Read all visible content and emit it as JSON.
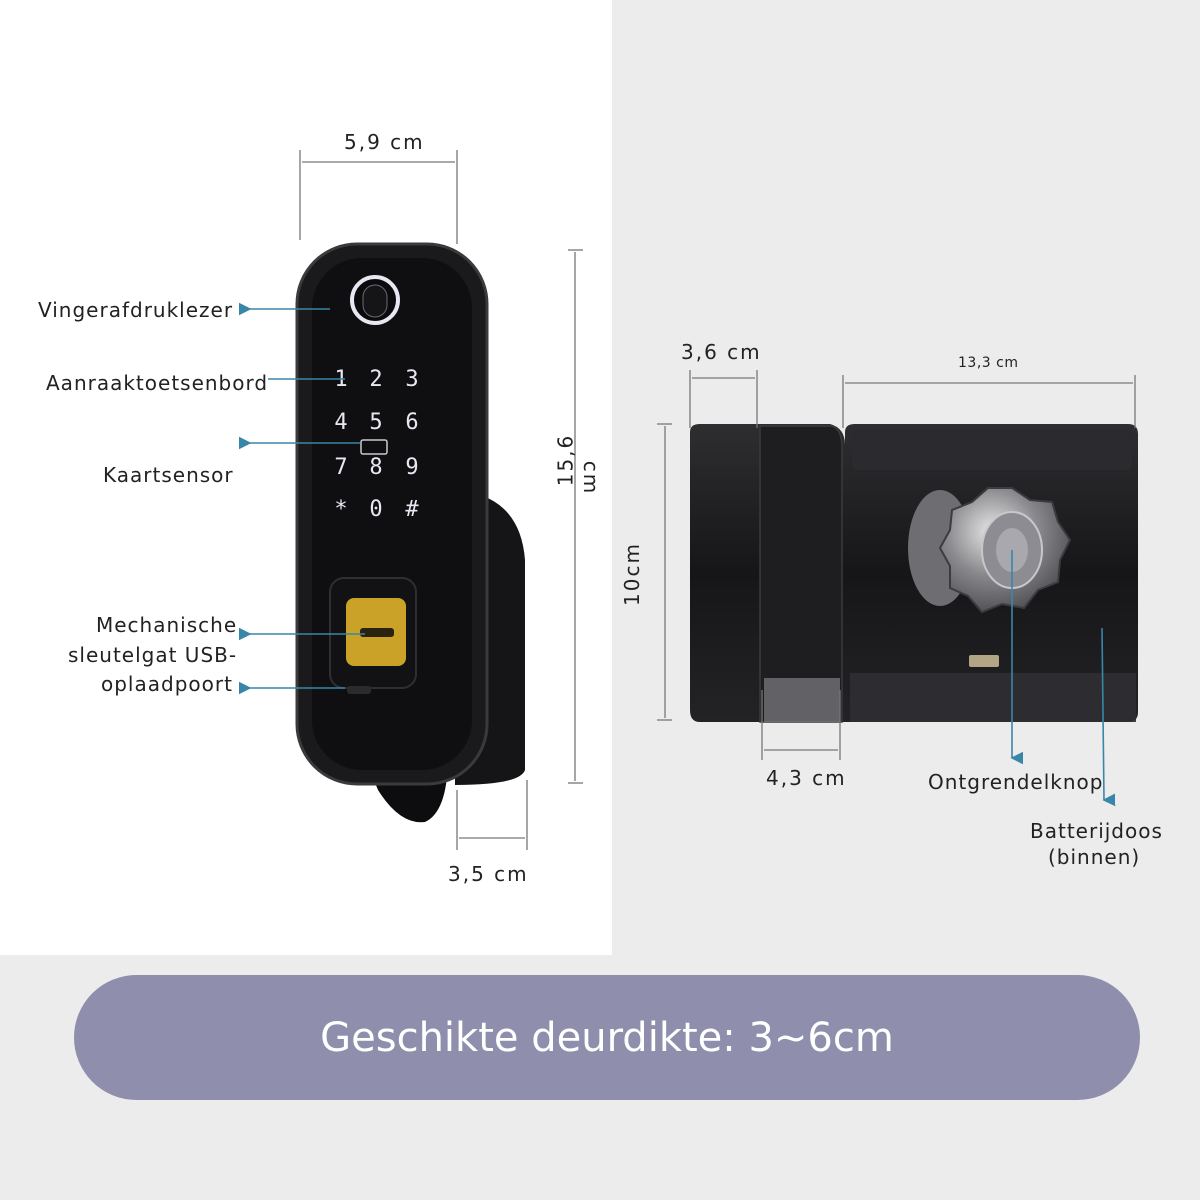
{
  "labels": {
    "fingerprint": "Vingerafdruklezer",
    "touchpad": "Aanraaktoetsenbord",
    "card_sensor": "Kaartsensor",
    "keyhole_line1": "Mechanische",
    "keyhole_line2": "sleutelgat USB-",
    "keyhole_line3": "oplaadpoort",
    "unlock_knob": "Ontgrendelknop",
    "battery_line1": "Batterijdoos",
    "battery_line2": "(binnen)"
  },
  "dimensions": {
    "front_width": "5,9 cm",
    "front_height_value": "15,6",
    "front_height_unit": "cm",
    "front_depth": "3,5 cm",
    "box_depth": "3,6 cm",
    "box_width": "13,3 cm",
    "box_height": "10cm",
    "latch_width": "4,3 cm"
  },
  "keypad": [
    "1",
    "2",
    "3",
    "4",
    "5",
    "6",
    "7",
    "8",
    "9",
    "*",
    "0",
    "#"
  ],
  "banner": {
    "text": "Geschikte deurdikte: 3~6cm"
  },
  "colors": {
    "banner": "#8f8fad",
    "arrow": "#3a86a8",
    "lock_body": "#1b1b1d",
    "keyhole_brass": "#c9a227"
  }
}
